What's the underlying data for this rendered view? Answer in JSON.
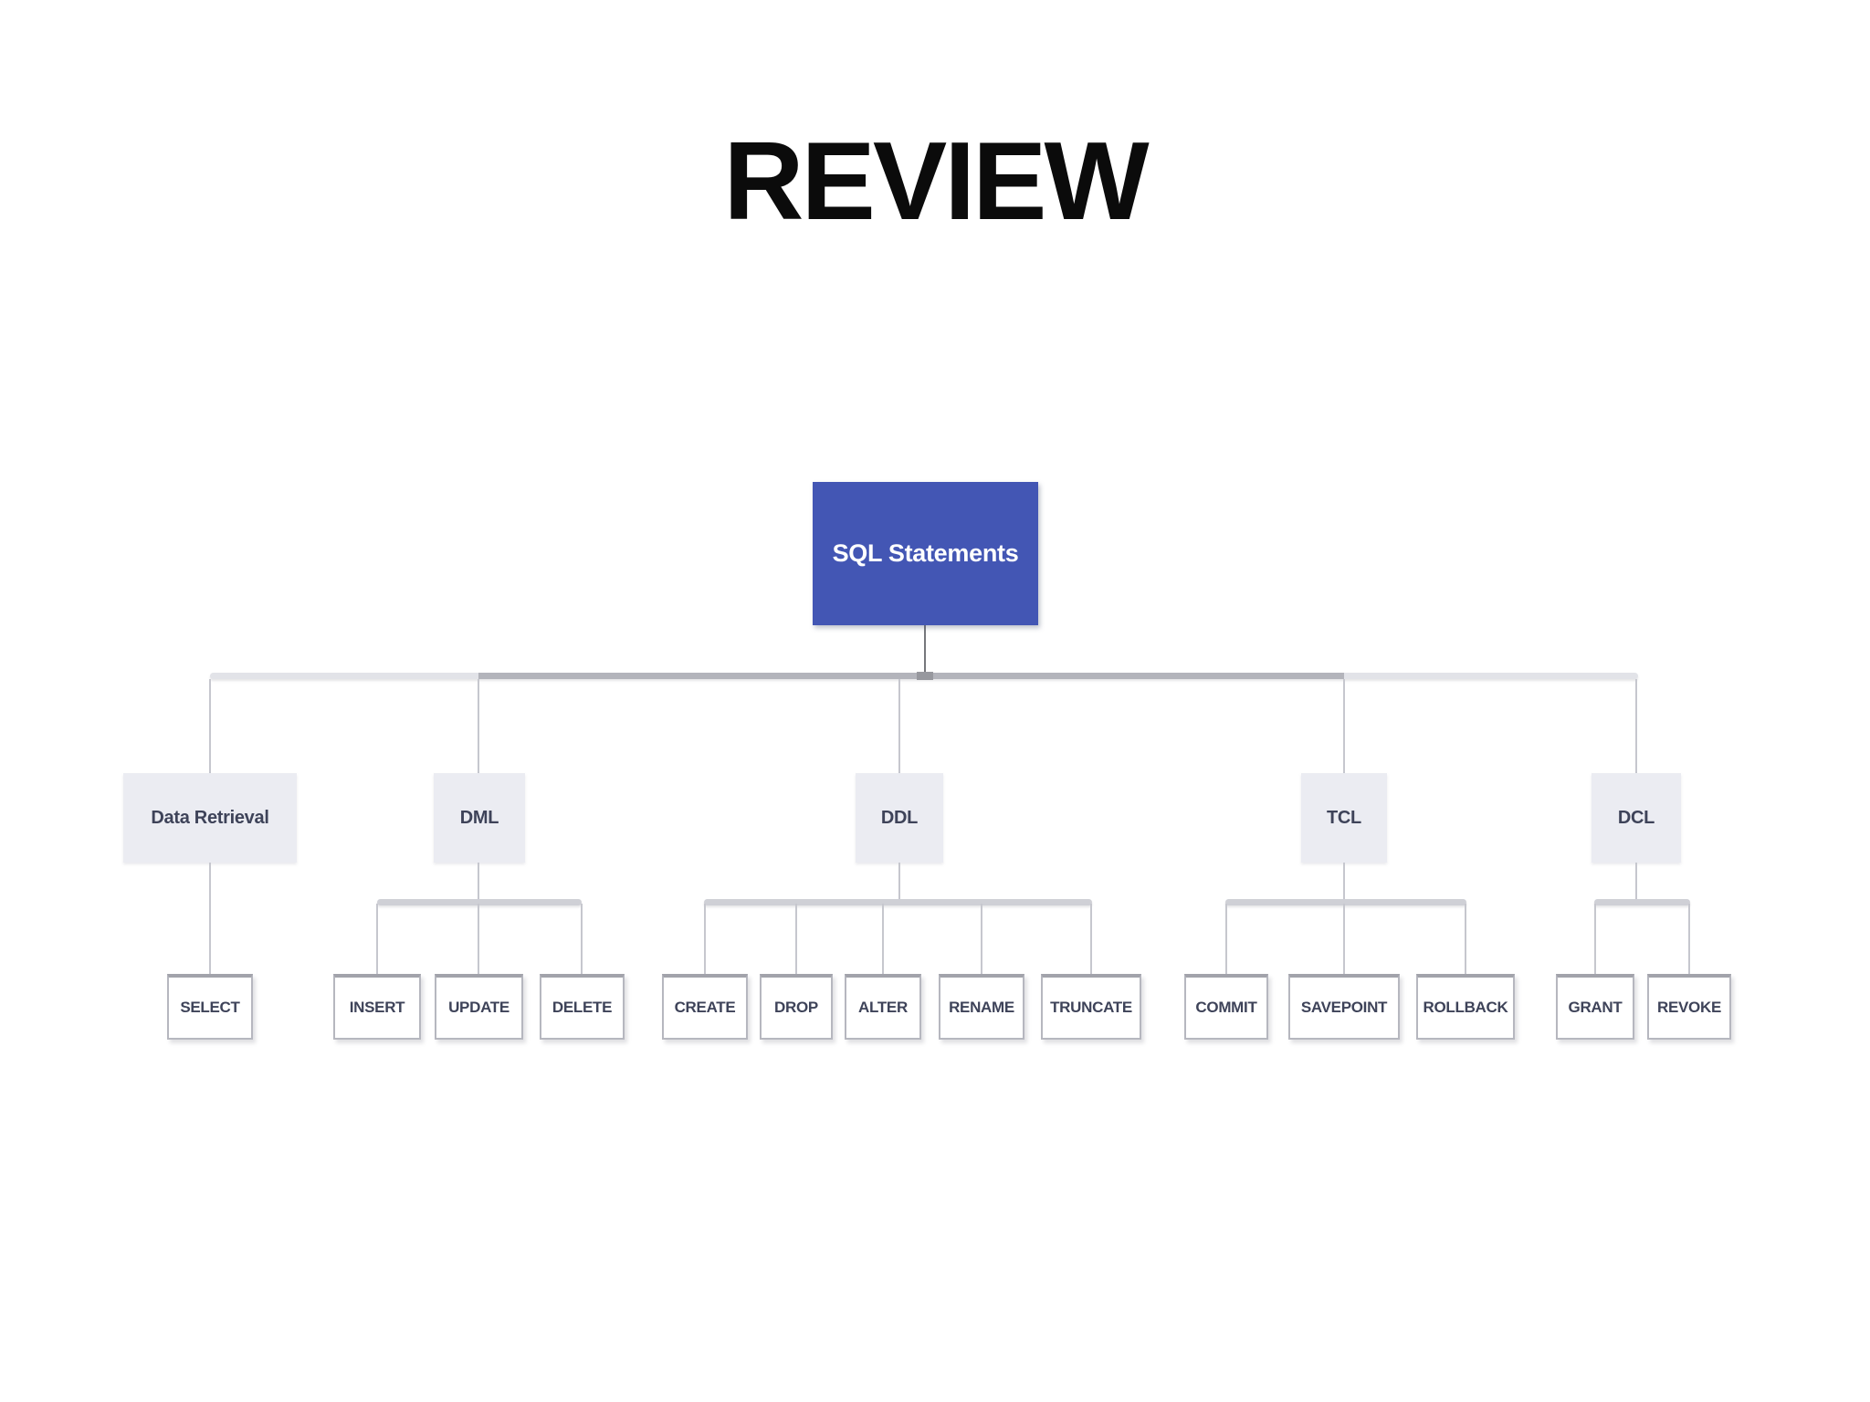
{
  "title": "REVIEW",
  "colors": {
    "root_bg": "#4356b4",
    "root_text": "#ffffff",
    "branch_bg": "#ebecf2",
    "node_text": "#3e4359",
    "connector_line": "#c6c7ce",
    "connector_ribbon": "#e2e3e8"
  },
  "tree": {
    "root": {
      "label": "SQL Statements"
    },
    "children": [
      {
        "label": "Data Retrieval",
        "children": [
          {
            "label": "SELECT"
          }
        ]
      },
      {
        "label": "DML",
        "children": [
          {
            "label": "INSERT"
          },
          {
            "label": "UPDATE"
          },
          {
            "label": "DELETE"
          }
        ]
      },
      {
        "label": "DDL",
        "children": [
          {
            "label": "CREATE"
          },
          {
            "label": "DROP"
          },
          {
            "label": "ALTER"
          },
          {
            "label": "RENAME"
          },
          {
            "label": "TRUNCATE"
          }
        ]
      },
      {
        "label": "TCL",
        "children": [
          {
            "label": "COMMIT"
          },
          {
            "label": "SAVEPOINT"
          },
          {
            "label": "ROLLBACK"
          }
        ]
      },
      {
        "label": "DCL",
        "children": [
          {
            "label": "GRANT"
          },
          {
            "label": "REVOKE"
          }
        ]
      }
    ]
  }
}
